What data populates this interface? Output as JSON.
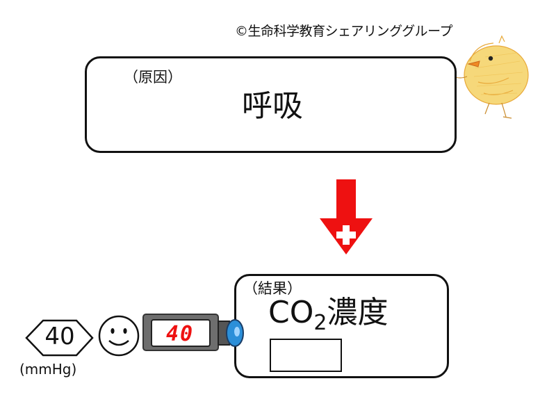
{
  "copyright": "©生命科学教育シェアリンググループ",
  "cause": {
    "tag": "（原因）",
    "label": "呼吸"
  },
  "relation": {
    "sign": "+",
    "color": "#ee1111"
  },
  "result": {
    "tag": "（結果）",
    "label_main": "CO",
    "label_sub": "2",
    "label_rest": "濃度",
    "answer": ""
  },
  "indicator": {
    "value": "40",
    "unit": "(mmHg)",
    "meter_reading": "40",
    "face": "smiley-face-icon"
  },
  "colors": {
    "arrow": "#ee1111",
    "lens": "#2b8fd9",
    "meter_body": "#6e6e6e"
  },
  "icons": [
    "chick-icon",
    "smiley-face-icon",
    "meter-icon",
    "down-arrow-icon",
    "plus-icon",
    "diamond-icon"
  ]
}
